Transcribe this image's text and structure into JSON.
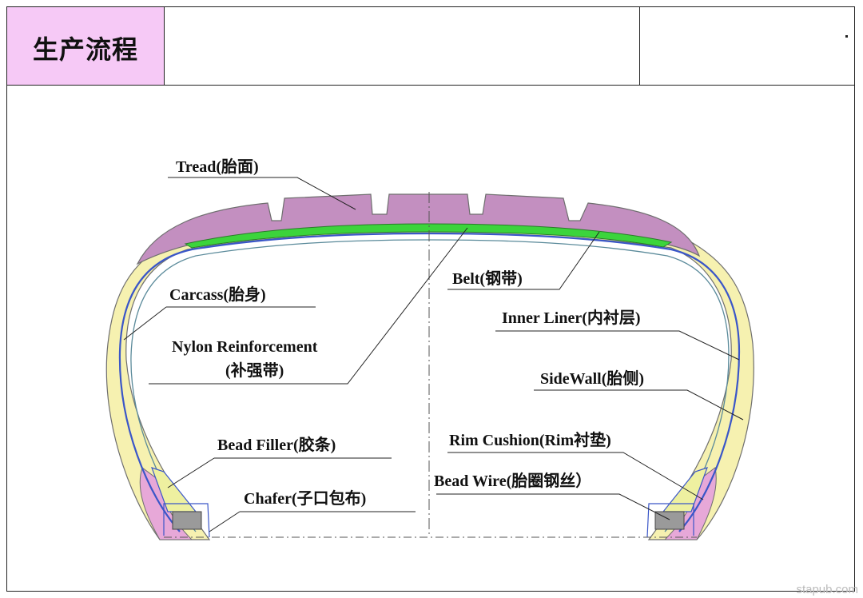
{
  "header": {
    "title": "生产流程"
  },
  "labels": {
    "tread": "Tread(胎面)",
    "belt": "Belt(钢带)",
    "carcass": "Carcass(胎身)",
    "inner_liner": "Inner  Liner(内衬层)",
    "nylon_line1": "Nylon Reinforcement",
    "nylon_line2": "(补强带)",
    "sidewall": "SideWall(胎侧)",
    "bead_filler": "Bead Filler(胶条)",
    "rim_cushion": "Rim Cushion(Rim衬垫)",
    "bead_wire": "Bead Wire(胎圈钢丝）",
    "chafer": "Chafer(子口包布)"
  },
  "watermark": "stapub.com",
  "colors": {
    "tread": "#c38fc0",
    "sidewall": "#f6f1b0",
    "belt": "#3cd43c",
    "carcass_line": "#3a56c8",
    "bead_wire": "#9a9a9a",
    "bead_filler": "#eef0a0",
    "rim_cushion": "#e7a8d8",
    "header_bg": "#f6c9f6"
  }
}
